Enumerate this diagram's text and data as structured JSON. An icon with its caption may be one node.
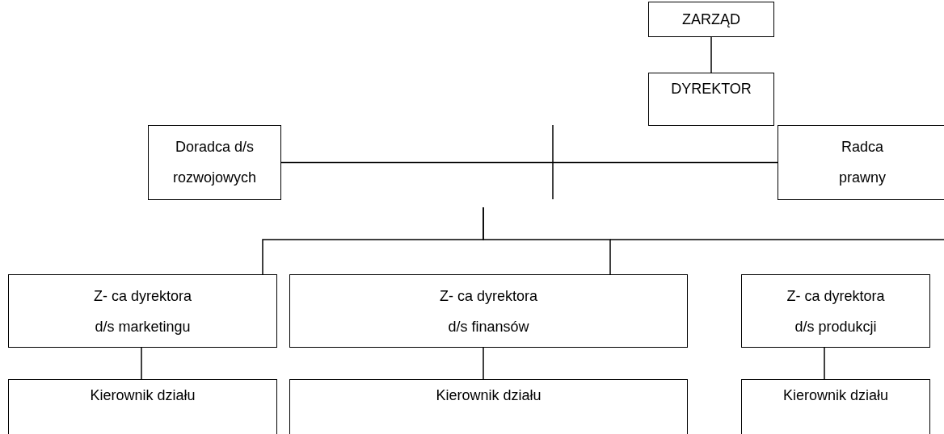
{
  "diagram": {
    "nodes": [
      {
        "text": [
          "ZARZĄD"
        ]
      },
      {
        "text": [
          "DYREKTOR"
        ]
      },
      {
        "text": [
          "Doradca d/s rozwojowych"
        ]
      },
      {
        "text": [
          "Radca prawny"
        ]
      },
      {
        "text": [
          "Z- ca dyrektora d/s marketingu"
        ]
      },
      {
        "text": [
          "Z- ca dyrektora d/s finansów"
        ]
      },
      {
        "text": [
          "Z- ca dyrektora d/s produkcji"
        ]
      },
      {
        "text": [
          "Kierownik działu"
        ]
      },
      {
        "text": [
          "Kierownik działu"
        ]
      },
      {
        "text": [
          "Kierownik działu"
        ]
      }
    ],
    "edges": [
      {
        "from": 0,
        "to": 1,
        "arrow": "none"
      },
      {
        "from": 2,
        "to": 3,
        "arrow": "none"
      },
      {
        "from": null,
        "to": 4,
        "arrow": "none"
      },
      {
        "from": null,
        "to": 5,
        "arrow": "none"
      },
      {
        "from": 4,
        "to": 7,
        "arrow": "none"
      },
      {
        "from": 5,
        "to": 8,
        "arrow": "none"
      },
      {
        "from": 6,
        "to": 9,
        "arrow": "none"
      }
    ]
  }
}
